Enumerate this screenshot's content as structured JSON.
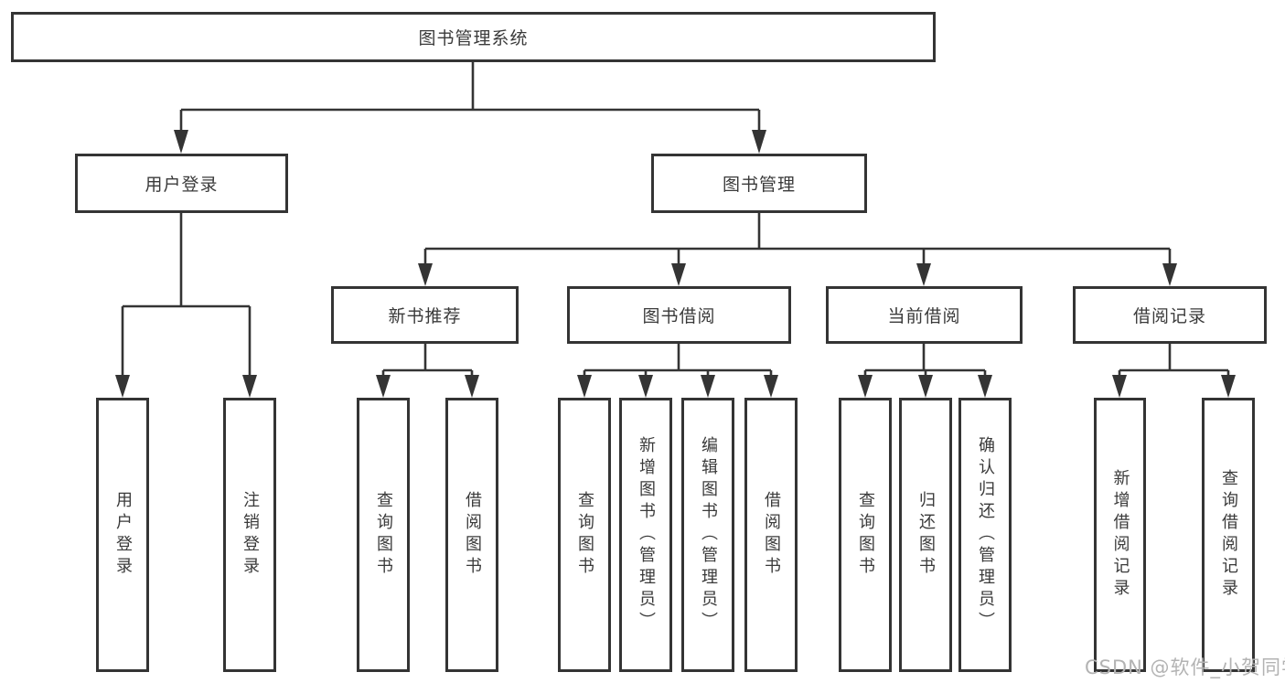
{
  "diagram": {
    "title": "图书管理系统",
    "branches": [
      {
        "label": "用户登录",
        "children": [
          {
            "label": "用户登录"
          },
          {
            "label": "注销登录"
          }
        ]
      },
      {
        "label": "图书管理",
        "children": [
          {
            "label": "新书推荐",
            "children": [
              {
                "label": "查询图书"
              },
              {
                "label": "借阅图书"
              }
            ]
          },
          {
            "label": "图书借阅",
            "children": [
              {
                "label": "查询图书"
              },
              {
                "label": "新增图书（管理员）"
              },
              {
                "label": "编辑图书（管理员）"
              },
              {
                "label": "借阅图书"
              }
            ]
          },
          {
            "label": "当前借阅",
            "children": [
              {
                "label": "查询图书"
              },
              {
                "label": "归还图书"
              },
              {
                "label": "确认归还（管理员）"
              }
            ]
          },
          {
            "label": "借阅记录",
            "children": [
              {
                "label": "新增借阅记录"
              },
              {
                "label": "查询借阅记录"
              }
            ]
          }
        ]
      }
    ]
  },
  "watermark": "CSDN @软件_小贺同学",
  "colors": {
    "line": "#343434",
    "text": "#3a3a3a",
    "watermark": "#b3b3b3",
    "background": "#ffffff"
  }
}
